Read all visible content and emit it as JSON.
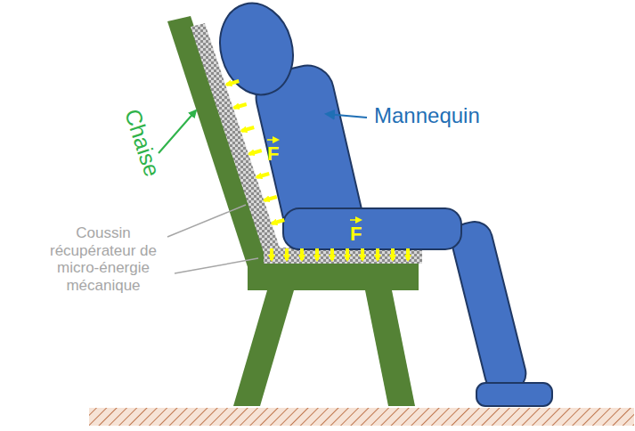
{
  "diagram": {
    "labels": [
      "Chaise",
      "Mannequin",
      "Coussin récupérateur de micro-énergie mécanique",
      "F",
      "F"
    ]
  }
}
